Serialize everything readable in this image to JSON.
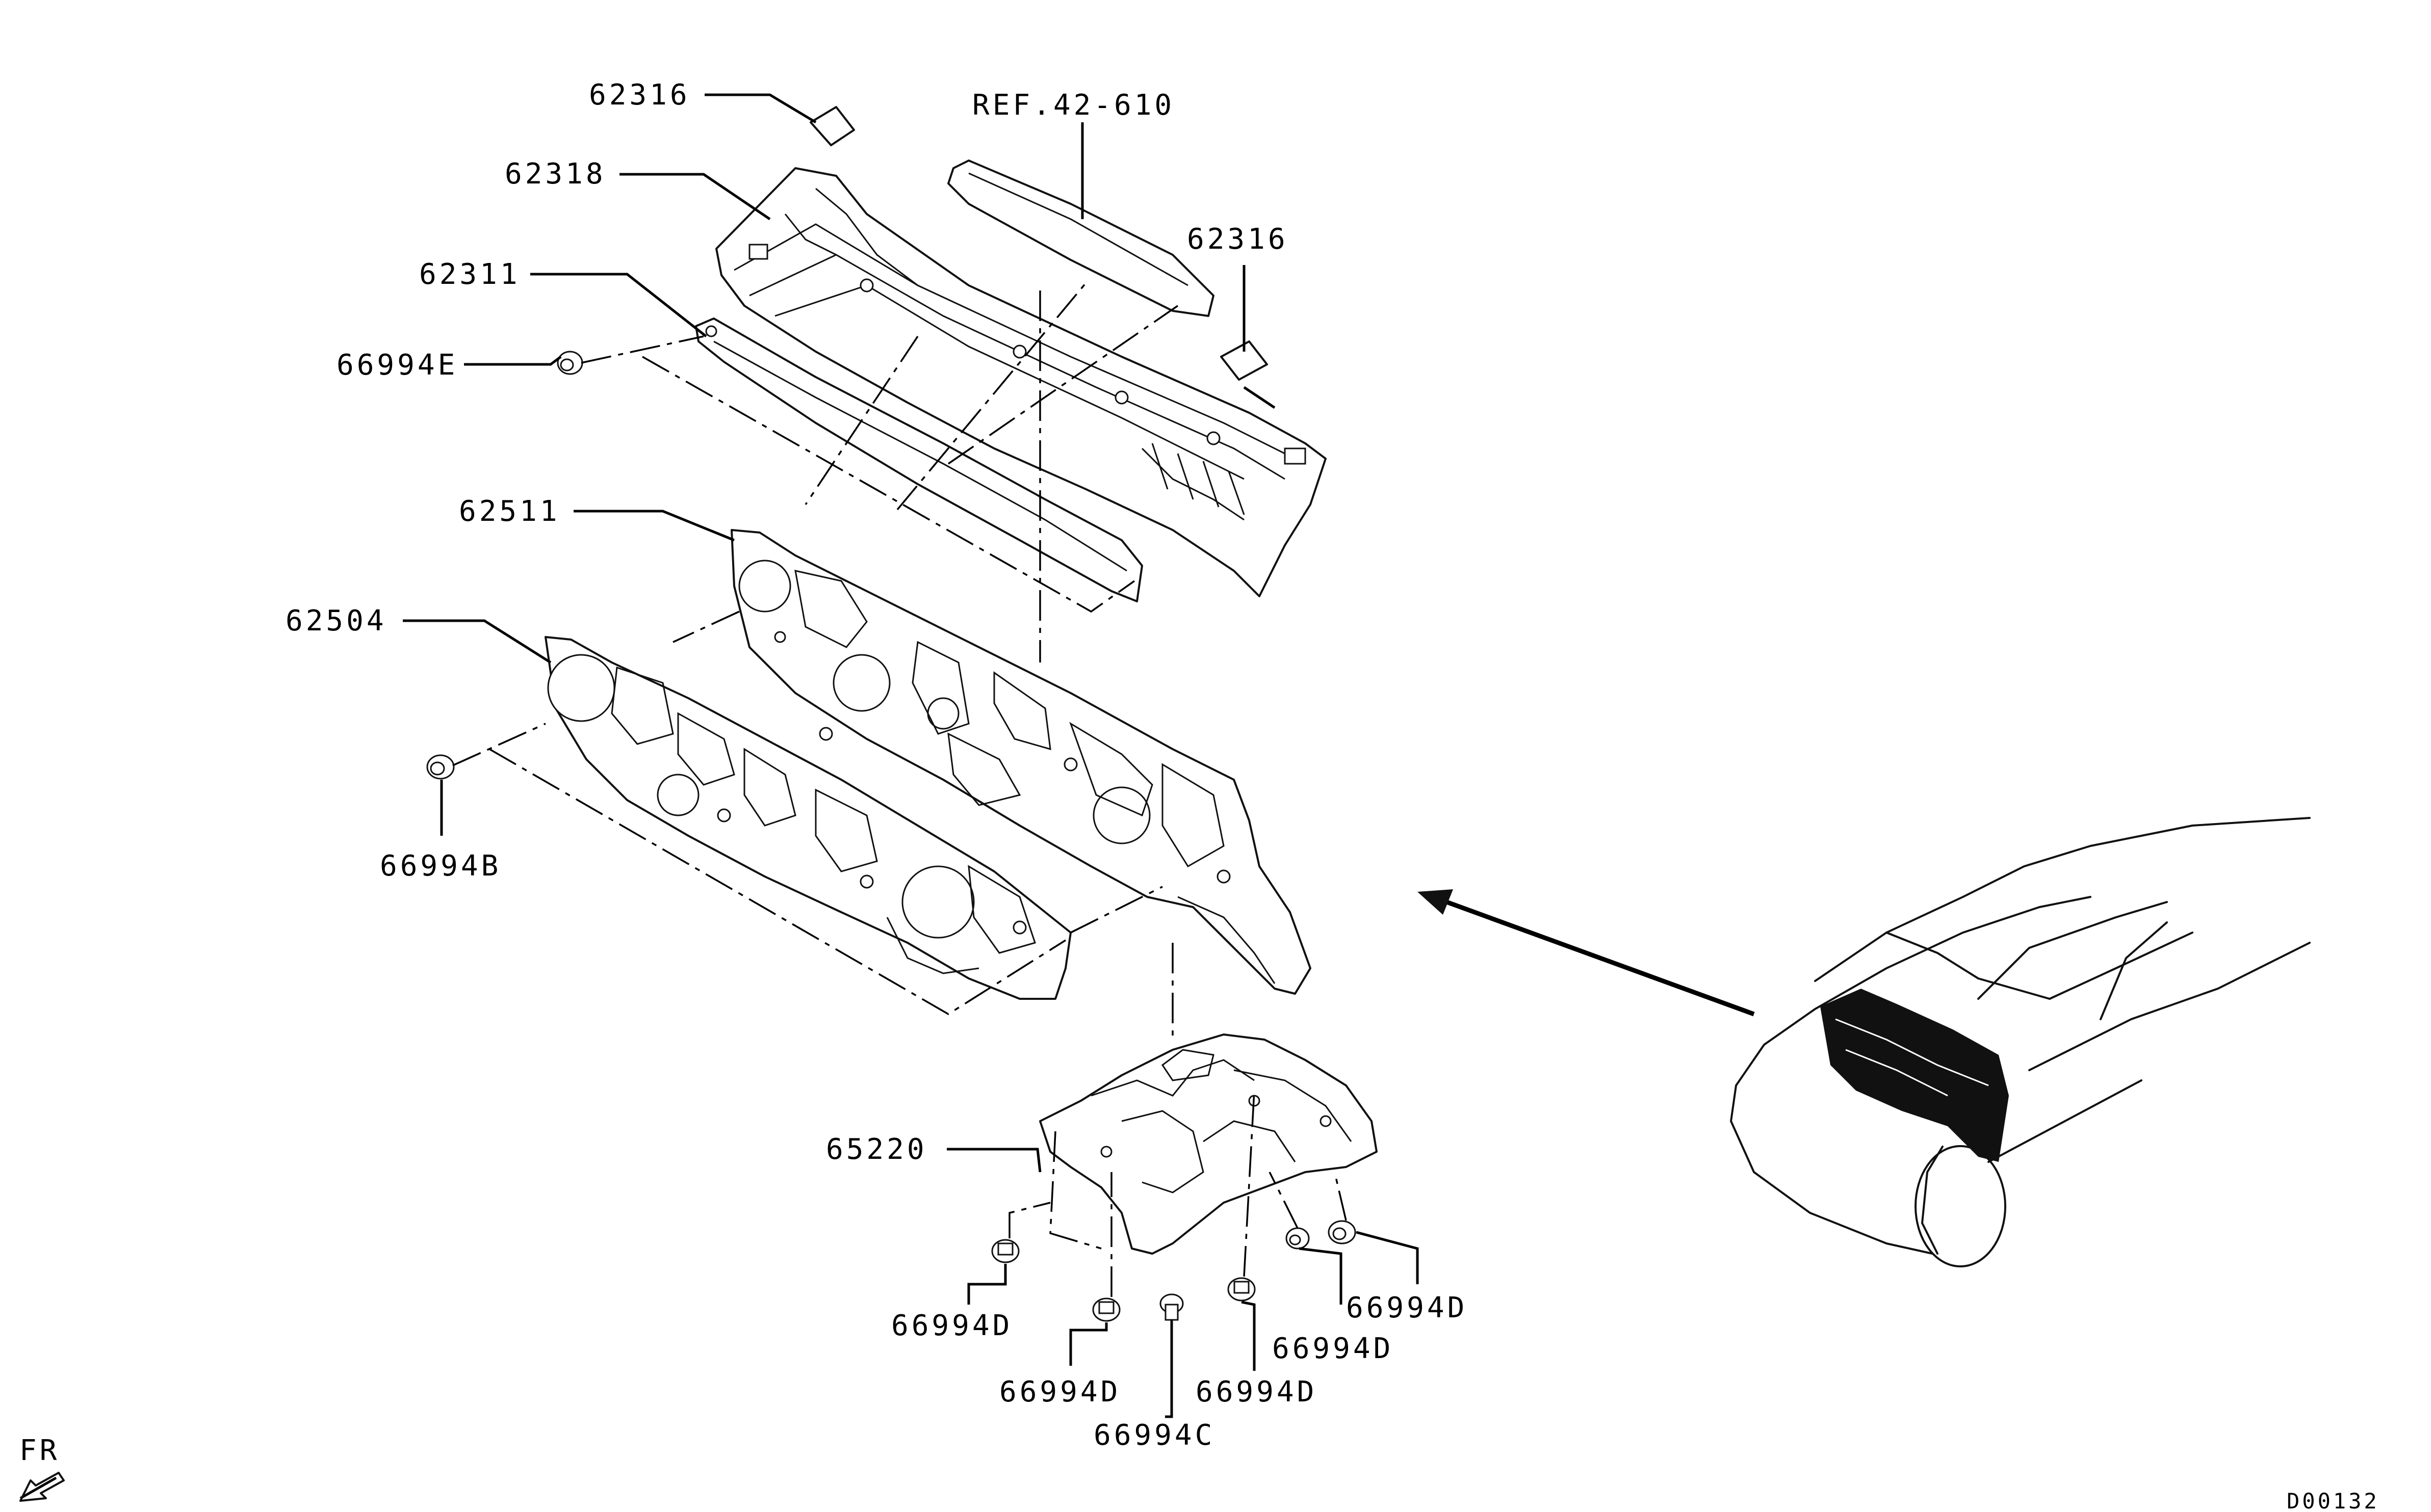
{
  "labels": {
    "l1": "62316",
    "l2": "REF.42-610",
    "l3": "62318",
    "l4": "62316",
    "l5": "62311",
    "l6": "66994E",
    "l7": "62511",
    "l8": "62504",
    "l9": "66994B",
    "l10": "65220",
    "l11": "66994D",
    "l12": "66994D",
    "l13": "66994D",
    "l14": "66994D",
    "l15": "66994D",
    "l16": "66994C"
  },
  "direction_label": "FR",
  "diagram_code": "D00132"
}
